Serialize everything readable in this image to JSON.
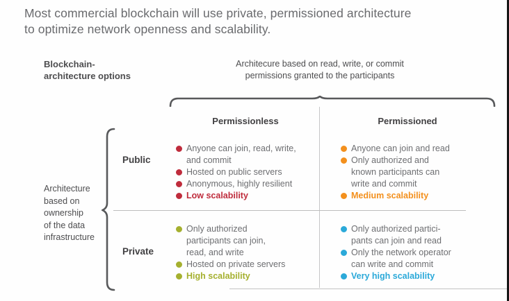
{
  "title": "Most commercial blockchain will use private, permissioned architecture\nto optimize network openness and scalability.",
  "matrix": {
    "options_label": "Blockchain-\narchitecture options",
    "top_axis_label": "Architecure based on read, write, or commit\npermissions granted to the participants",
    "left_axis_label": "Architecture\nbased on\nownership\nof the data\ninfrastructure",
    "columns": [
      {
        "label": "Permissionless"
      },
      {
        "label": "Permissioned"
      }
    ],
    "rows": [
      {
        "label": "Public"
      },
      {
        "label": "Private"
      }
    ],
    "cells": [
      {
        "row": "Public",
        "column": "Permissionless",
        "color": "#bf2c3c",
        "items": [
          {
            "text": "Anyone can join, read, write,\nand commit",
            "highlight": false
          },
          {
            "text": "Hosted on public servers",
            "highlight": false
          },
          {
            "text": "Anonymous, highly resilient",
            "highlight": false
          },
          {
            "text": "Low scalability",
            "highlight": true
          }
        ]
      },
      {
        "row": "Public",
        "column": "Permissioned",
        "color": "#f3901d",
        "items": [
          {
            "text": "Anyone can join and read",
            "highlight": false
          },
          {
            "text": "Only authorized and\nknown participants can\nwrite and commit",
            "highlight": false
          },
          {
            "text": "Medium scalability",
            "highlight": true
          }
        ]
      },
      {
        "row": "Private",
        "column": "Permissionless",
        "color": "#a5b02f",
        "items": [
          {
            "text": "Only authorized\nparticipants can join,\nread, and write",
            "highlight": false
          },
          {
            "text": "Hosted on private servers",
            "highlight": false
          },
          {
            "text": "High scalability",
            "highlight": true
          }
        ]
      },
      {
        "row": "Private",
        "column": "Permissioned",
        "color": "#2ba9d9",
        "items": [
          {
            "text": "Only authorized partici-\npants can join and read",
            "highlight": false
          },
          {
            "text": "Only the network operator\ncan write and commit",
            "highlight": false
          },
          {
            "text": "Very high scalability",
            "highlight": true
          }
        ]
      }
    ]
  },
  "colors": {
    "brace": "#58595b",
    "divider": "#c6c6c7",
    "heading_text": "#414042",
    "body_text": "#6d6e71"
  }
}
